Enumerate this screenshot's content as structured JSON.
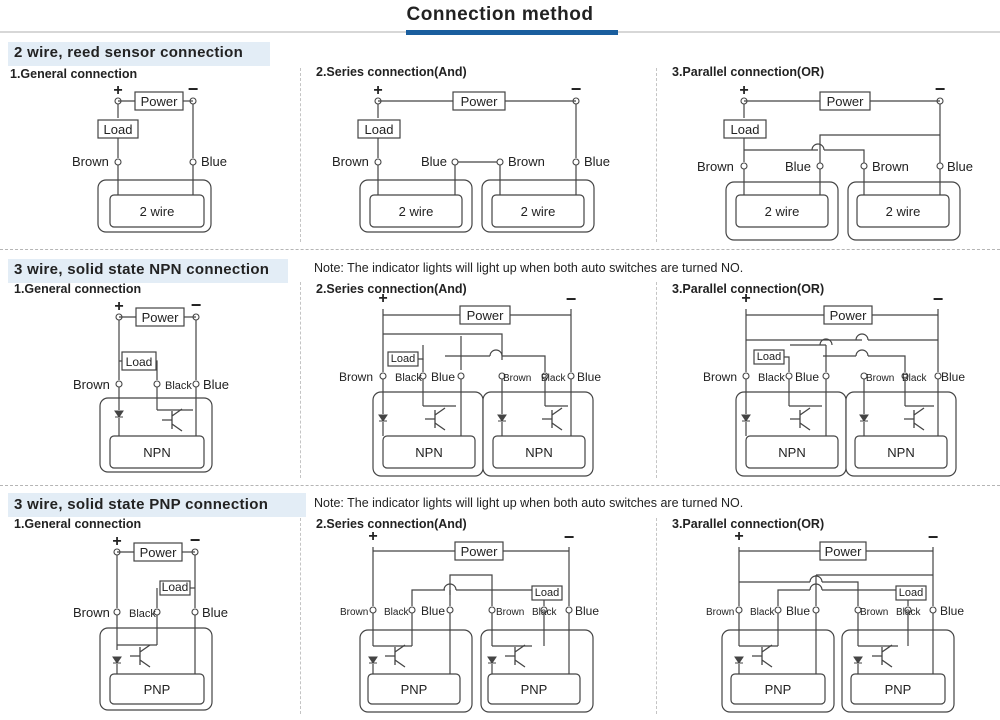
{
  "title": "Connection method",
  "sections": [
    {
      "title": "2 wire, reed sensor connection",
      "note": "",
      "sub": [
        "1.General connection",
        "2.Series connection(And)",
        "3.Parallel connection(OR)"
      ]
    },
    {
      "title": "3 wire, solid state NPN connection",
      "note": "Note: The indicator lights will light up when both auto switches are turned NO.",
      "sub": [
        "1.General connection",
        "2.Series connection(And)",
        "3.Parallel connection(OR)"
      ]
    },
    {
      "title": "3 wire, solid state PNP connection",
      "note": "Note: The indicator lights will light up when both auto switches are turned NO.",
      "sub": [
        "1.General connection",
        "2.Series connection(And)",
        "3.Parallel connection(OR)"
      ]
    }
  ],
  "labels": {
    "power": "Power",
    "load": "Load",
    "plus": "+",
    "minus": "−",
    "brown": "Brown",
    "blue": "Blue",
    "black": "Black",
    "two_wire": "2 wire",
    "npn": "NPN",
    "pnp": "PNP"
  }
}
